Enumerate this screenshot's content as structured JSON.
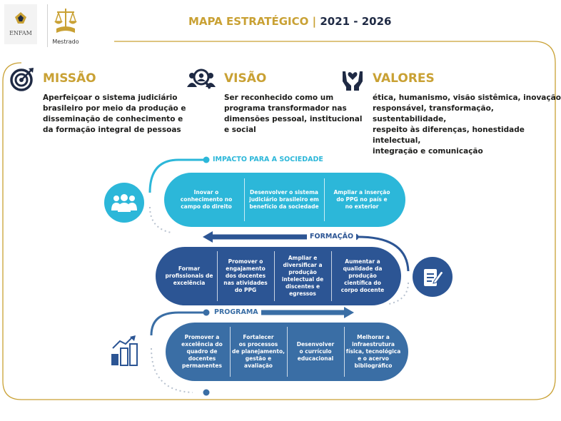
{
  "header": {
    "logo_left_text": "ENFAM",
    "logo_right_text": "Mestrado",
    "title_main": "MAPA ESTRATÉGICO | ",
    "title_years": "2021 - 2026"
  },
  "colors": {
    "gold": "#c9a134",
    "navy": "#1f2a44",
    "cyan": "#2cb7d9",
    "dark_blue": "#2c5594",
    "mid_blue": "#3a6ea5"
  },
  "missao": {
    "icon": "target-icon",
    "title": "MISSÃO",
    "lines": [
      "Aperfeiçoar o sistema judiciário",
      "brasileiro por meio da produção e",
      "disseminação de conhecimento e",
      "da formação integral de pessoas"
    ]
  },
  "visao": {
    "icon": "people-search-icon",
    "title": "VISÃO",
    "lines": [
      "Ser reconhecido como um",
      "programa transformador nas",
      "dimensões pessoal, institucional",
      "e social"
    ]
  },
  "valores": {
    "icon": "hands-heart-icon",
    "title": "VALORES",
    "lines": [
      "ética, humanismo, visão sistêmica, inovação",
      "responsável, transformação, sustentabilidade,",
      "respeito às diferenças, honestidade intelectual,",
      "integração e comunicação"
    ]
  },
  "impacto": {
    "label": "IMPACTO PARA A SOCIEDADE",
    "icon": "group-icon",
    "items": [
      [
        "Inovar o",
        "conhecimento no",
        "campo do direito"
      ],
      [
        "Desenvolver o sistema",
        "judiciário brasileiro em",
        "benefício da sociedade"
      ],
      [
        "Ampliar a inserção",
        "do PPG no país e",
        "no exterior"
      ]
    ]
  },
  "formacao": {
    "label": "FORMAÇÃO",
    "icon": "document-pen-icon",
    "items": [
      [
        "Formar",
        "profissionais de",
        "excelência"
      ],
      [
        "Promover o",
        "engajamento",
        "dos docentes",
        "nas atividades",
        "do PPG"
      ],
      [
        "Ampliar e",
        "diversificar a",
        "produção",
        "intelectual de",
        "discentes e",
        "egressos"
      ],
      [
        "Aumentar a",
        "qualidade da",
        "produção",
        "científica do",
        "corpo docente"
      ]
    ]
  },
  "programa": {
    "label": "PROGRAMA",
    "icon": "growth-chart-icon",
    "items": [
      [
        "Promover a",
        "excelência do",
        "quadro de",
        "docentes",
        "permanentes"
      ],
      [
        "Fortalecer",
        "os processos",
        "de planejamento,",
        "gestão e",
        "avaliação"
      ],
      [
        "Desenvolver",
        "o currículo",
        "educacional"
      ],
      [
        "Melhorar a",
        "infraestrutura",
        "física, tecnológica",
        "e o acervo",
        "bibliográfico"
      ]
    ]
  }
}
